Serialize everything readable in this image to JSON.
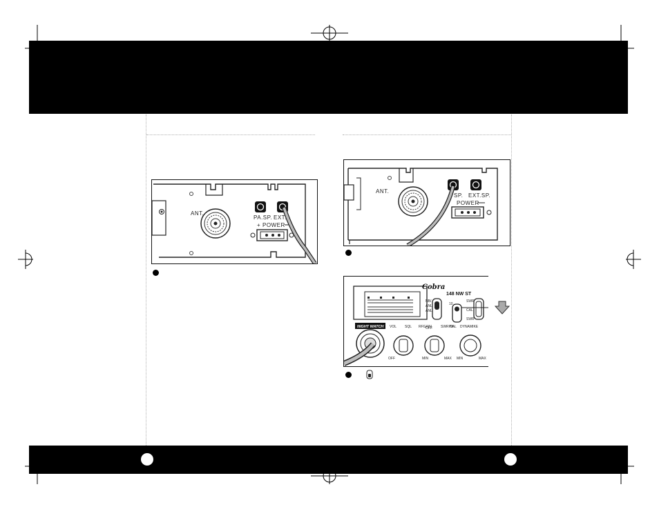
{
  "figure1": {
    "labels": {
      "ant": "ANT.",
      "pa_sp": "PA.SP.",
      "ext_sp": "EXT.",
      "power": "POWER"
    }
  },
  "figure2": {
    "labels": {
      "ant": "ANT.",
      "pa_sp": "SP.",
      "ext_sp": "EXT.SP.",
      "power": "POWER"
    }
  },
  "figure3": {
    "labels": {
      "brand": "Cobra",
      "model": "148 NW ST",
      "nightwatch": "NIGHT WATCH",
      "vol": "VOL",
      "sql": "SQL",
      "rfgain": "RFGAIN",
      "swr_cal": "SWR CAL",
      "dynamike": "DYNAMIKE",
      "off": "OFF",
      "min1": "MIN",
      "max1": "MAX",
      "min2": "MIN",
      "max2": "MAX",
      "sw_nb": "NB/",
      "sw_anl1": "ANL",
      "sw_anl2": "ANL",
      "sw_off": "OFF",
      "sw_10": "10",
      "sw_pa": "PA",
      "sw_swr": "SWR",
      "sw_cal": "CAL",
      "sw_swr2": "SWR"
    }
  }
}
